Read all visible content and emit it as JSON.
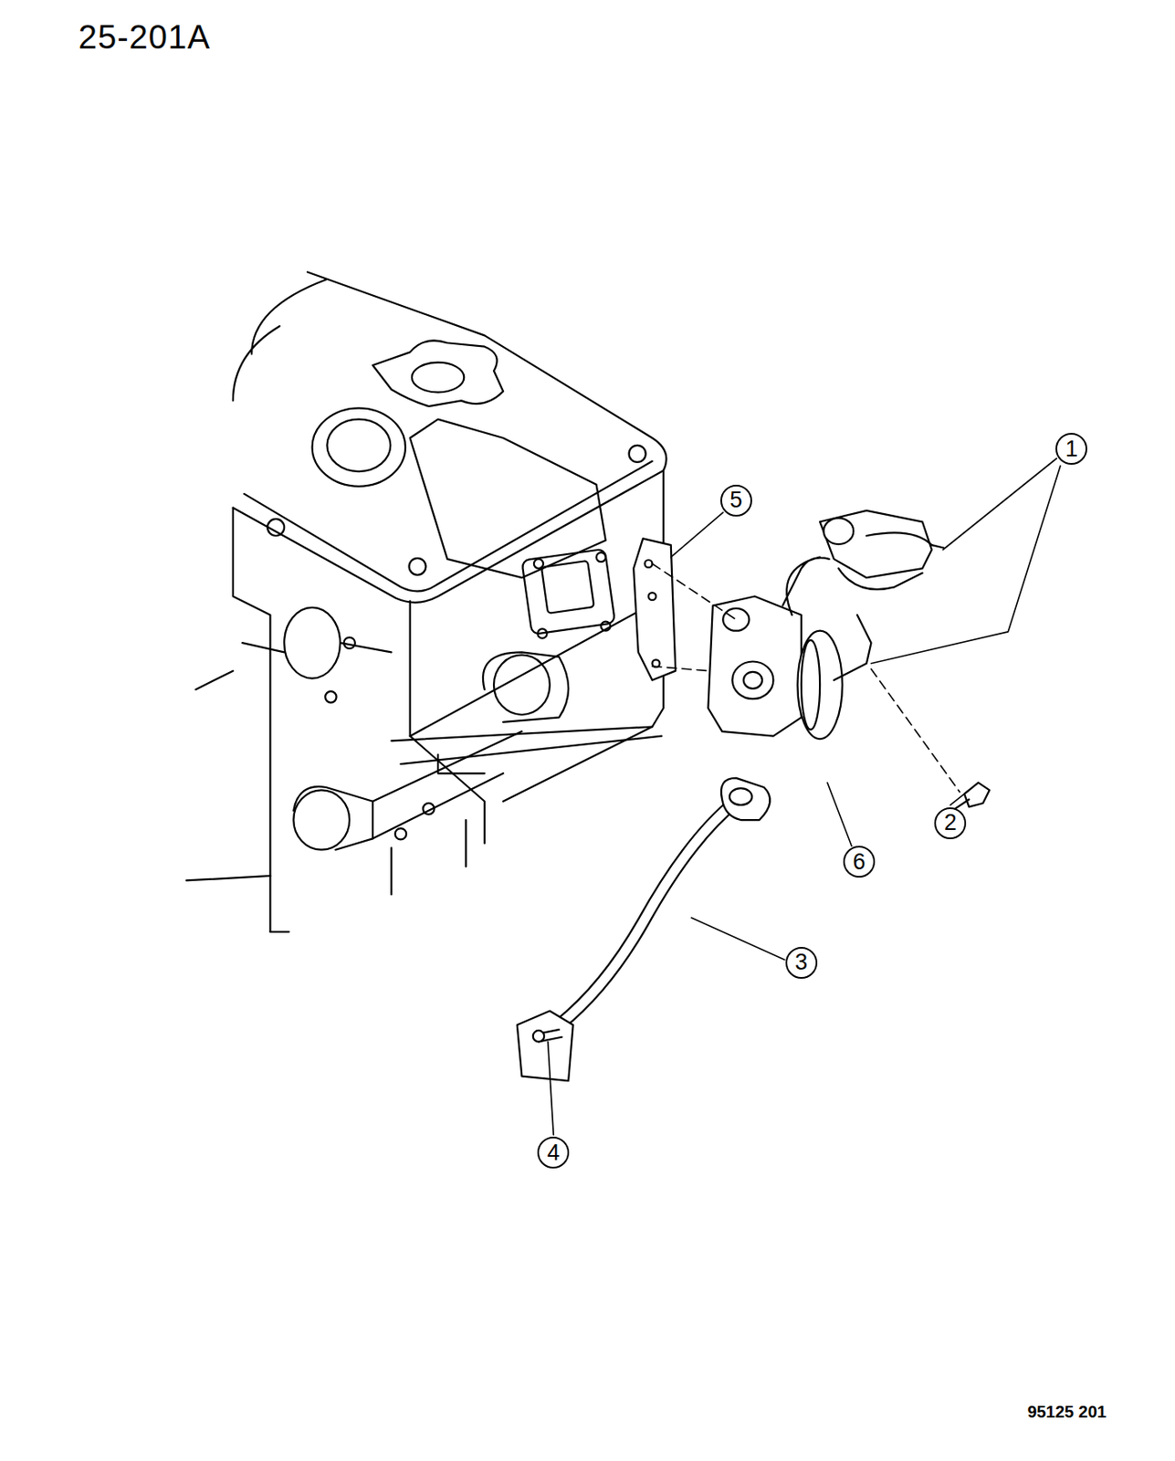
{
  "diagram": {
    "labels": [
      "25-201A",
      "1",
      "5",
      "2",
      "6",
      "3",
      "4",
      "95125 201"
    ]
  }
}
